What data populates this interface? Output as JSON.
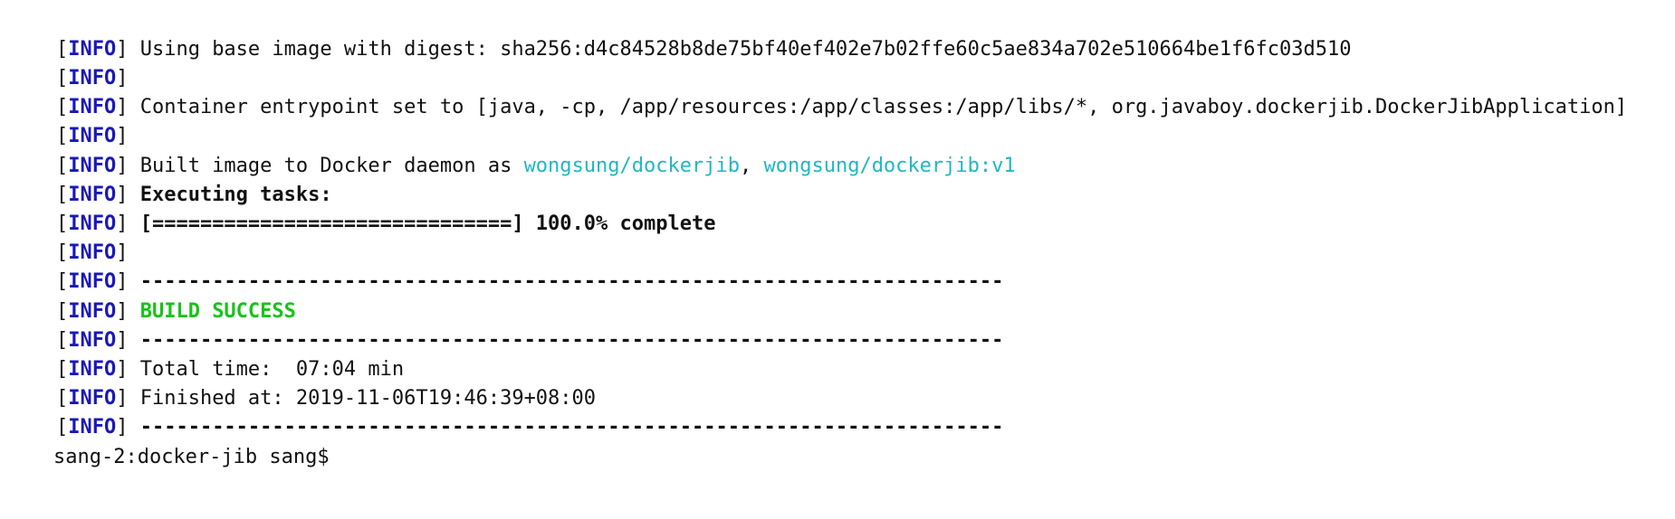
{
  "terminal": {
    "info_tag": "INFO",
    "lines": [
      {
        "text": "Using base image with digest: sha256:d4c84528b8de75bf40ef402e7b02ffe60c5ae834a702e510664be1f6fc03d510"
      },
      {
        "text": ""
      },
      {
        "text": "Container entrypoint set to [java, -cp, /app/resources:/app/classes:/app/libs/*, org.javaboy.dockerjib.DockerJibApplication]"
      },
      {
        "text": ""
      },
      {
        "prefix": "Built image to Docker daemon as ",
        "image1": "wongsung/dockerjib",
        "sep": ", ",
        "image2": "wongsung/dockerjib:v1"
      },
      {
        "text": "Executing tasks:"
      },
      {
        "text": "[==============================] 100.0% complete"
      },
      {
        "text": ""
      },
      {
        "text": "------------------------------------------------------------------------"
      },
      {
        "text": "BUILD SUCCESS"
      },
      {
        "text": "------------------------------------------------------------------------"
      },
      {
        "text": "Total time:  07:04 min"
      },
      {
        "text": "Finished at: 2019-11-06T19:46:39+08:00"
      },
      {
        "text": "------------------------------------------------------------------------"
      }
    ],
    "prompt": "sang-2:docker-jib sang$"
  },
  "colors": {
    "background": "#ffffff",
    "text": "#111111",
    "info_tag": "#1a18b8",
    "link_cyan": "#1fb8c4",
    "success_green": "#19c21b"
  }
}
